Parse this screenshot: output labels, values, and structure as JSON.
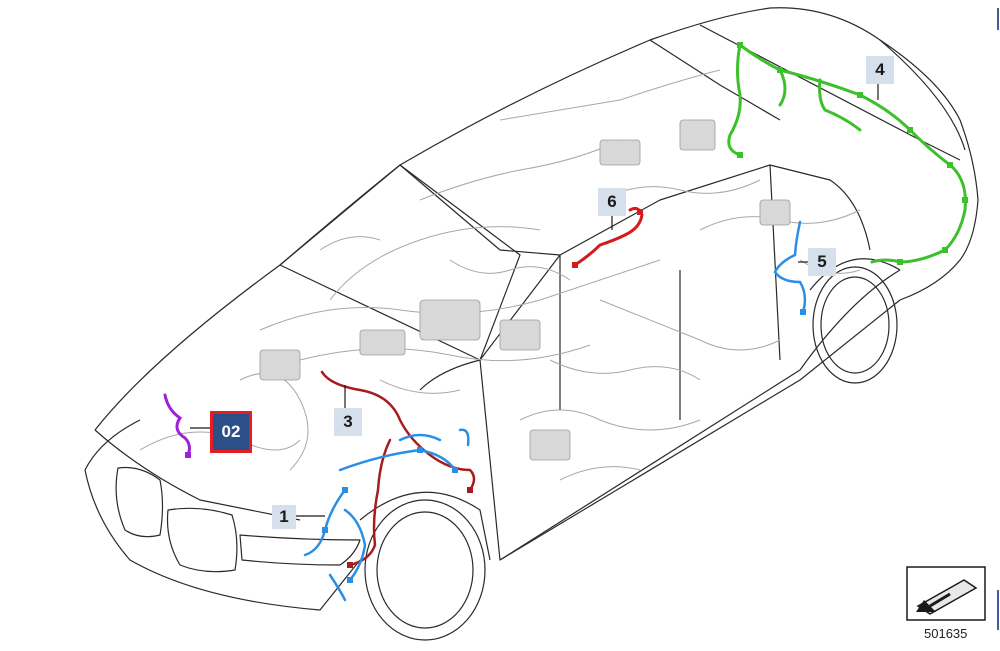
{
  "diagram": {
    "callouts": [
      {
        "id": "1",
        "label": "1"
      },
      {
        "id": "02",
        "label": "02",
        "highlighted": true
      },
      {
        "id": "3",
        "label": "3"
      },
      {
        "id": "4",
        "label": "4"
      },
      {
        "id": "5",
        "label": "5"
      },
      {
        "id": "6",
        "label": "6"
      }
    ],
    "reference_number": "501635",
    "icons": {
      "view_direction": "view-direction-arrow-icon"
    },
    "colors": {
      "harness_1": "#2a8ee6",
      "harness_02": "#a020d8",
      "harness_3": "#a81c1c",
      "harness_4": "#3cc02c",
      "harness_5": "#2a8ee6",
      "harness_6": "#d41a1a",
      "callout_bg": "#d6e0ec",
      "callout_highlight_bg": "#2d4f88",
      "callout_highlight_border": "#e31e24"
    }
  }
}
